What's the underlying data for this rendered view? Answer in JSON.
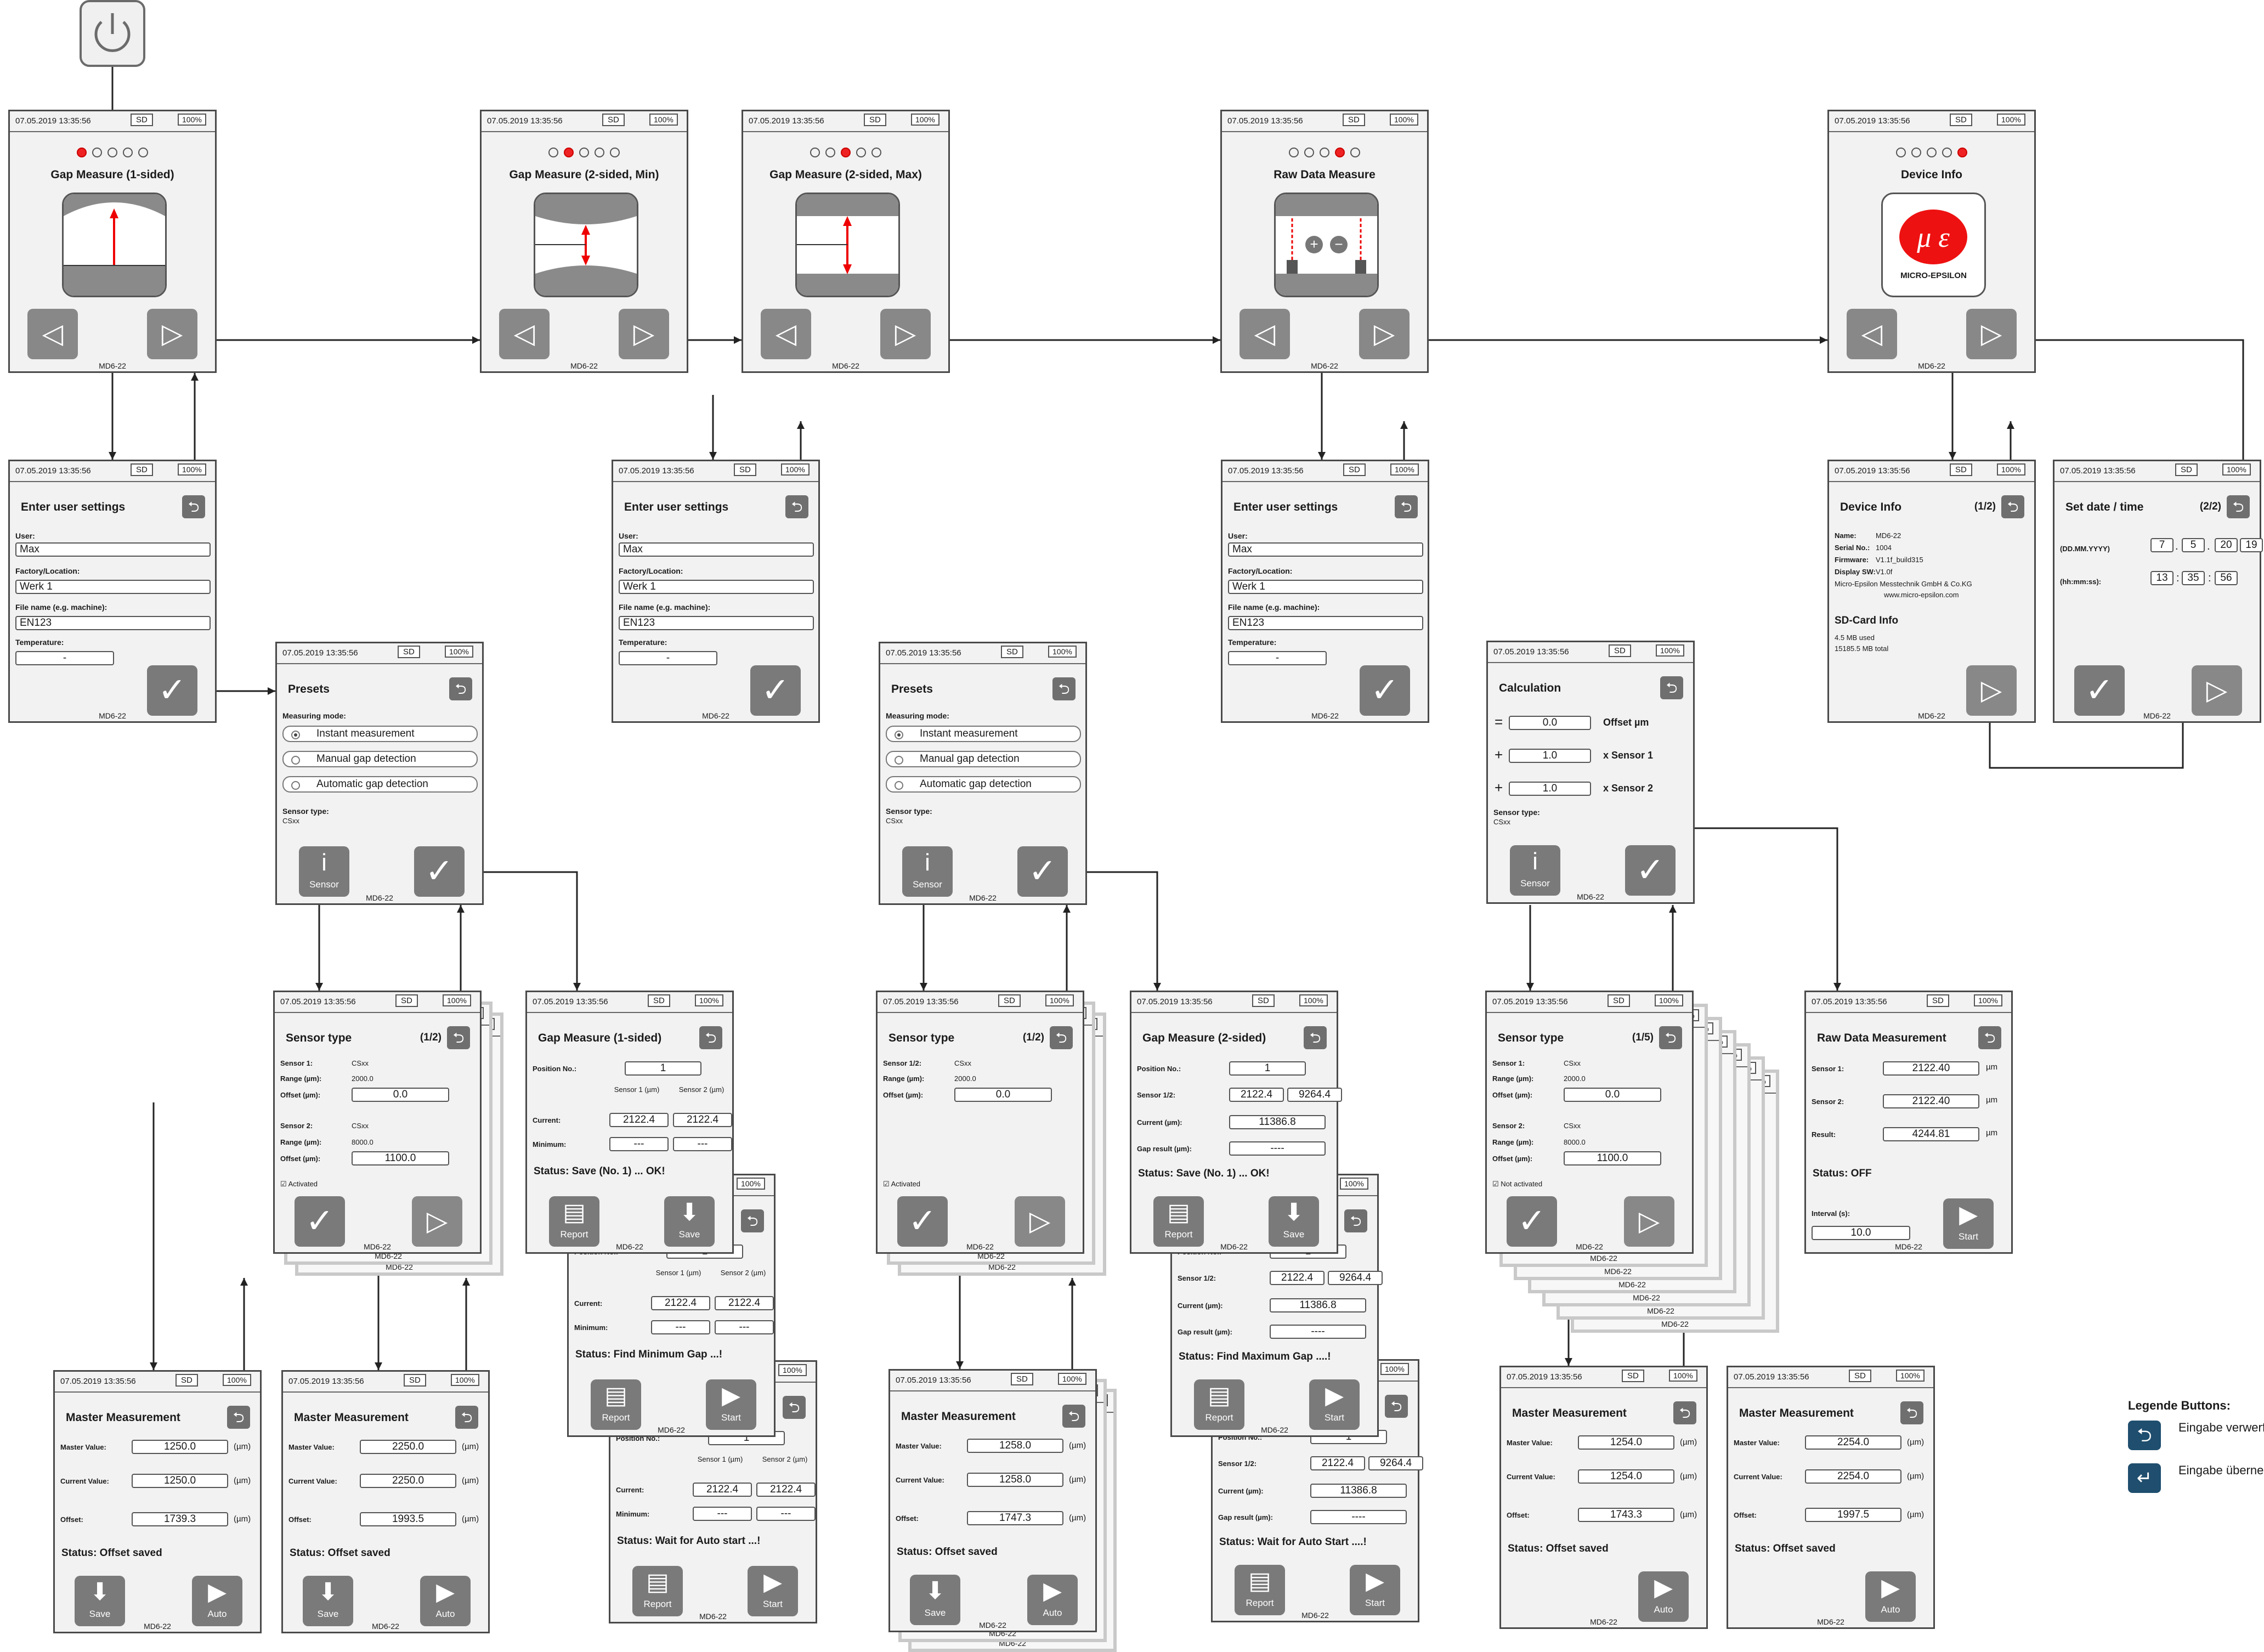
{
  "common": {
    "timestamp": "07.05.2019 13:35:56",
    "sd": "SD",
    "battery": "100%",
    "model": "MD6-22"
  },
  "main_screens": [
    {
      "title": "Gap Measure (1-sided)",
      "active_dot": 0,
      "icon": "gap-1-sided-icon"
    },
    {
      "title": "Gap Measure (2-sided, Min)",
      "active_dot": 1,
      "icon": "gap-2-sided-min-icon"
    },
    {
      "title": "Gap Measure (2-sided, Max)",
      "active_dot": 2,
      "icon": "gap-2-sided-max-icon"
    },
    {
      "title": "Raw Data Measure",
      "active_dot": 3,
      "icon": "raw-data-icon"
    },
    {
      "title": "Device Info",
      "active_dot": 4,
      "icon": "micro-epsilon-logo"
    }
  ],
  "logo_text": "MICRO-EPSILON",
  "user_settings": {
    "title": "Enter user settings",
    "user_label": "User:",
    "user": "Max",
    "factory_label": "Factory/Location:",
    "factory": "Werk 1",
    "file_label": "File name (e.g. machine):",
    "file": "EN123",
    "temp_label": "Temperature:",
    "temp": "-"
  },
  "presets": {
    "title": "Presets",
    "mode_label": "Measuring mode:",
    "options": [
      "Instant measurement",
      "Manual gap detection",
      "Automatic gap detection"
    ],
    "sensor_type_label": "Sensor type:",
    "sensor_type": "CSxx",
    "sensor_btn": "Sensor"
  },
  "calculation": {
    "title": "Calculation",
    "offset": "0.0",
    "offset_label": "Offset µm",
    "f1": "1.0",
    "f1_label": "x Sensor 1",
    "f2": "1.0",
    "f2_label": "x Sensor 2",
    "sensor_type_label": "Sensor type:",
    "sensor_type": "CSxx",
    "sensor_btn": "Sensor"
  },
  "device_info": {
    "title": "Device Info",
    "page": "(1/2)",
    "name_label": "Name:",
    "name": "MD6-22",
    "serial_label": "Serial No.:",
    "serial": "1004",
    "fw_label": "Firmware:",
    "fw": "V1.1f_build315",
    "dsw_label": "Display SW:",
    "dsw": "V1.0f",
    "company": "Micro-Epsilon Messtechnik GmbH & Co.KG",
    "web": "www.micro-epsilon.com",
    "sd_title": "SD-Card Info",
    "used": "4.5 MB used",
    "total": "15185.5 MB total"
  },
  "set_date": {
    "title": "Set date / time",
    "page": "(2/2)",
    "date_label": "(DD.MM.YYYY)",
    "day": "7",
    "month": "5",
    "yr1": "20",
    "yr2": "19",
    "time_label": "(hh:mm:ss):",
    "hh": "13",
    "mm": "35",
    "ss": "56"
  },
  "sensor_type_screens": [
    {
      "title": "Sensor type",
      "page": "(1/2)",
      "s1_label": "Sensor 1:",
      "s1": "CSxx",
      "range1": "2000.0",
      "offset1": "0.0",
      "s2_label": "Sensor 2:",
      "s2": "CSxx",
      "range2": "8000.0",
      "offset2": "1100.0",
      "activated": "Activated"
    },
    {
      "title": "Sensor type",
      "page": "(1/2)",
      "s1_label": "Sensor 1/2:",
      "s1": "CSxx",
      "range1": "2000.0",
      "offset1": "0.0",
      "activated": "Activated"
    },
    {
      "title": "Sensor type",
      "page": "(1/5)",
      "s1_label": "Sensor 1:",
      "s1": "CSxx",
      "range1": "2000.0",
      "offset1": "0.0",
      "s2_label": "Sensor 2:",
      "s2": "CSxx",
      "range2": "8000.0",
      "offset2": "1100.0",
      "activated": "Not activated"
    }
  ],
  "labels": {
    "range": "Range (µm):",
    "offset": "Offset (µm):",
    "position": "Position No.:",
    "current": "Current:",
    "minimum": "Minimum:",
    "current_um": "Current (µm):",
    "gap_result": "Gap result (µm):",
    "sensor12": "Sensor 1/2:",
    "sensor1_hdr": "Sensor 1 (µm)",
    "sensor2_hdr": "Sensor 2 (µm)",
    "master_value": "Master Value:",
    "current_value": "Current Value:",
    "offset_plain": "Offset:",
    "unit_um": "(µm)",
    "report": "Report",
    "save": "Save",
    "start": "Start",
    "auto": "Auto",
    "interval": "Interval (s):",
    "sensor1": "Sensor 1:",
    "sensor2": "Sensor 2:",
    "result": "Result:",
    "um": "µm"
  },
  "gap1": {
    "title": "Gap Measure (1-sided)",
    "position": "1",
    "cur1": "2122.4",
    "cur2": "2122.4",
    "min1": "---",
    "min2": "---",
    "status_save": "Status: Save (No. 1) ... OK!",
    "status_find": "Status: Find Minimum Gap ...!",
    "status_wait": "Status: Wait for Auto start ...!"
  },
  "gap2": {
    "title": "Gap Measure (2-sided)",
    "position": "1",
    "s1": "2122.4",
    "s2": "9264.4",
    "current": "11386.8",
    "gap": "----",
    "status_save": "Status: Save (No. 1) ... OK!",
    "status_find": "Status: Find Maximum Gap ....!",
    "status_wait": "Status: Wait for Auto Start ....!"
  },
  "raw_data": {
    "title": "Raw Data Measurement",
    "s1": "2122.40",
    "s2": "2122.40",
    "result": "4244.81",
    "status": "Status: OFF",
    "interval": "10.0"
  },
  "master_screens": [
    {
      "master": "1250.0",
      "current": "1250.0",
      "offset": "1739.3",
      "save_btn": true
    },
    {
      "master": "2250.0",
      "current": "2250.0",
      "offset": "1993.5",
      "save_btn": true
    },
    {
      "master": "1258.0",
      "current": "1258.0",
      "offset": "1747.3",
      "save_btn": true
    },
    {
      "master": "1254.0",
      "current": "1254.0",
      "offset": "1743.3",
      "save_btn": false
    },
    {
      "master": "2254.0",
      "current": "2254.0",
      "offset": "1997.5",
      "save_btn": false
    }
  ],
  "master_title": "Master Measurement",
  "master_status": "Status: Offset saved",
  "legend": {
    "title": "Legende Buttons:",
    "item1": "Eingabe verwerfen, Rücksprung",
    "item2": "Eingabe übernehmen, Rücksprung"
  }
}
